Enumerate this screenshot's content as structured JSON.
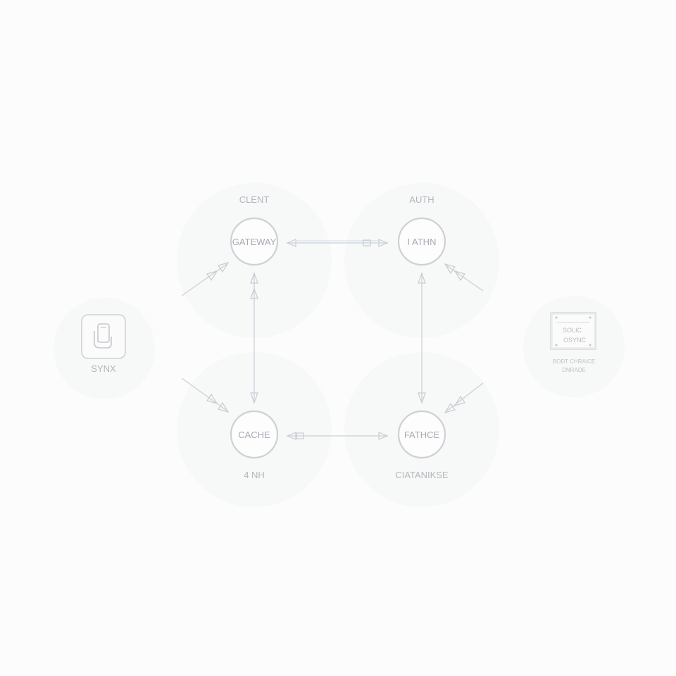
{
  "nodes": {
    "gateway": {
      "label": "GATEWAY",
      "caption": "CLENT"
    },
    "auth": {
      "label": "I ATHN",
      "caption": "AUTH"
    },
    "cache": {
      "label": "CACHE",
      "caption": "4 NH"
    },
    "database": {
      "label": "FATHCE",
      "caption": "CIATANIKSE"
    }
  },
  "client_device": {
    "label": "SYNX",
    "icon": "phone-in-hand-icon"
  },
  "sync_panel": {
    "title": "SOLIC",
    "status": "OSYNC",
    "caption_line1": "BODT CHRAICE",
    "caption_line2": "DNRADE"
  },
  "colors": {
    "background": "#fbfcfb",
    "stroke": "#cfd0d6",
    "text": "#a9abb3",
    "halo": "#f6f9f7"
  }
}
